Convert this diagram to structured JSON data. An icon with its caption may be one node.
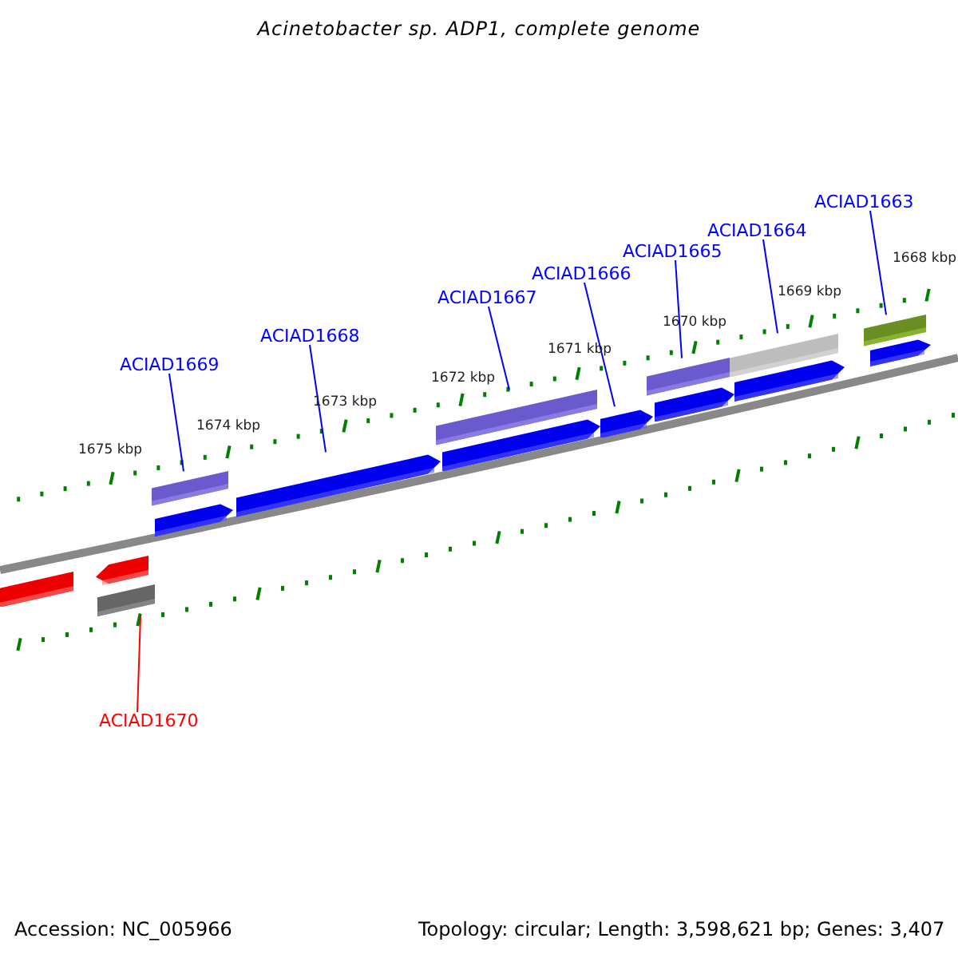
{
  "diagram": {
    "title": "Acinetobacter sp. ADP1, complete genome",
    "nodes": [
      {
        "text": [
          "ACIAD1669"
        ]
      },
      {
        "text": [
          "ACIAD1668"
        ]
      },
      {
        "text": [
          "ACIAD1667"
        ]
      },
      {
        "text": [
          "ACIAD1666"
        ]
      },
      {
        "text": [
          "ACIAD1665"
        ]
      },
      {
        "text": [
          "ACIAD1664"
        ]
      },
      {
        "text": [
          "ACIAD1663"
        ]
      },
      {
        "text": [
          "ACIAD1670"
        ]
      },
      {
        "text": [],
        "shape": "bar"
      },
      {
        "text": [],
        "shape": "pentagon"
      },
      {
        "text": [],
        "shape": "bar"
      },
      {
        "text": [],
        "shape": "bar"
      },
      {
        "text": [],
        "shape": "pentagon"
      },
      {
        "text": [],
        "shape": "pentagon"
      },
      {
        "text": [],
        "shape": "bar"
      },
      {
        "text": [],
        "shape": "pentagon"
      },
      {
        "text": [],
        "shape": "pentagon"
      },
      {
        "text": [],
        "shape": "bar"
      },
      {
        "text": [],
        "shape": "pentagon"
      },
      {
        "text": [],
        "shape": "bar"
      },
      {
        "text": [],
        "shape": "pentagon"
      },
      {
        "text": [],
        "shape": "bar"
      },
      {
        "text": [],
        "shape": "pentagon"
      }
    ],
    "edges": [
      {
        "from": 0,
        "to": 11,
        "arrow": "none"
      },
      {
        "from": 1,
        "to": 13,
        "arrow": "none"
      },
      {
        "from": 2,
        "to": 14,
        "arrow": "none"
      },
      {
        "from": 3,
        "to": 16,
        "arrow": "none"
      },
      {
        "from": 4,
        "to": 17,
        "arrow": "none"
      },
      {
        "from": 5,
        "to": 19,
        "arrow": "none"
      },
      {
        "from": 6,
        "to": 21,
        "arrow": "none"
      },
      {
        "from": 7,
        "to": 10,
        "arrow": "none",
        "color": "#ff0000"
      }
    ],
    "labels": [
      "1675 kbp",
      "1674 kbp",
      "1673 kbp",
      "1672 kbp",
      "1671 kbp",
      "1670 kbp",
      "1669 kbp",
      "1668 kbp",
      "Accession: NC_005966",
      "Topology: circular; Length: 3,598,621 bp; Genes: 3,407"
    ]
  }
}
